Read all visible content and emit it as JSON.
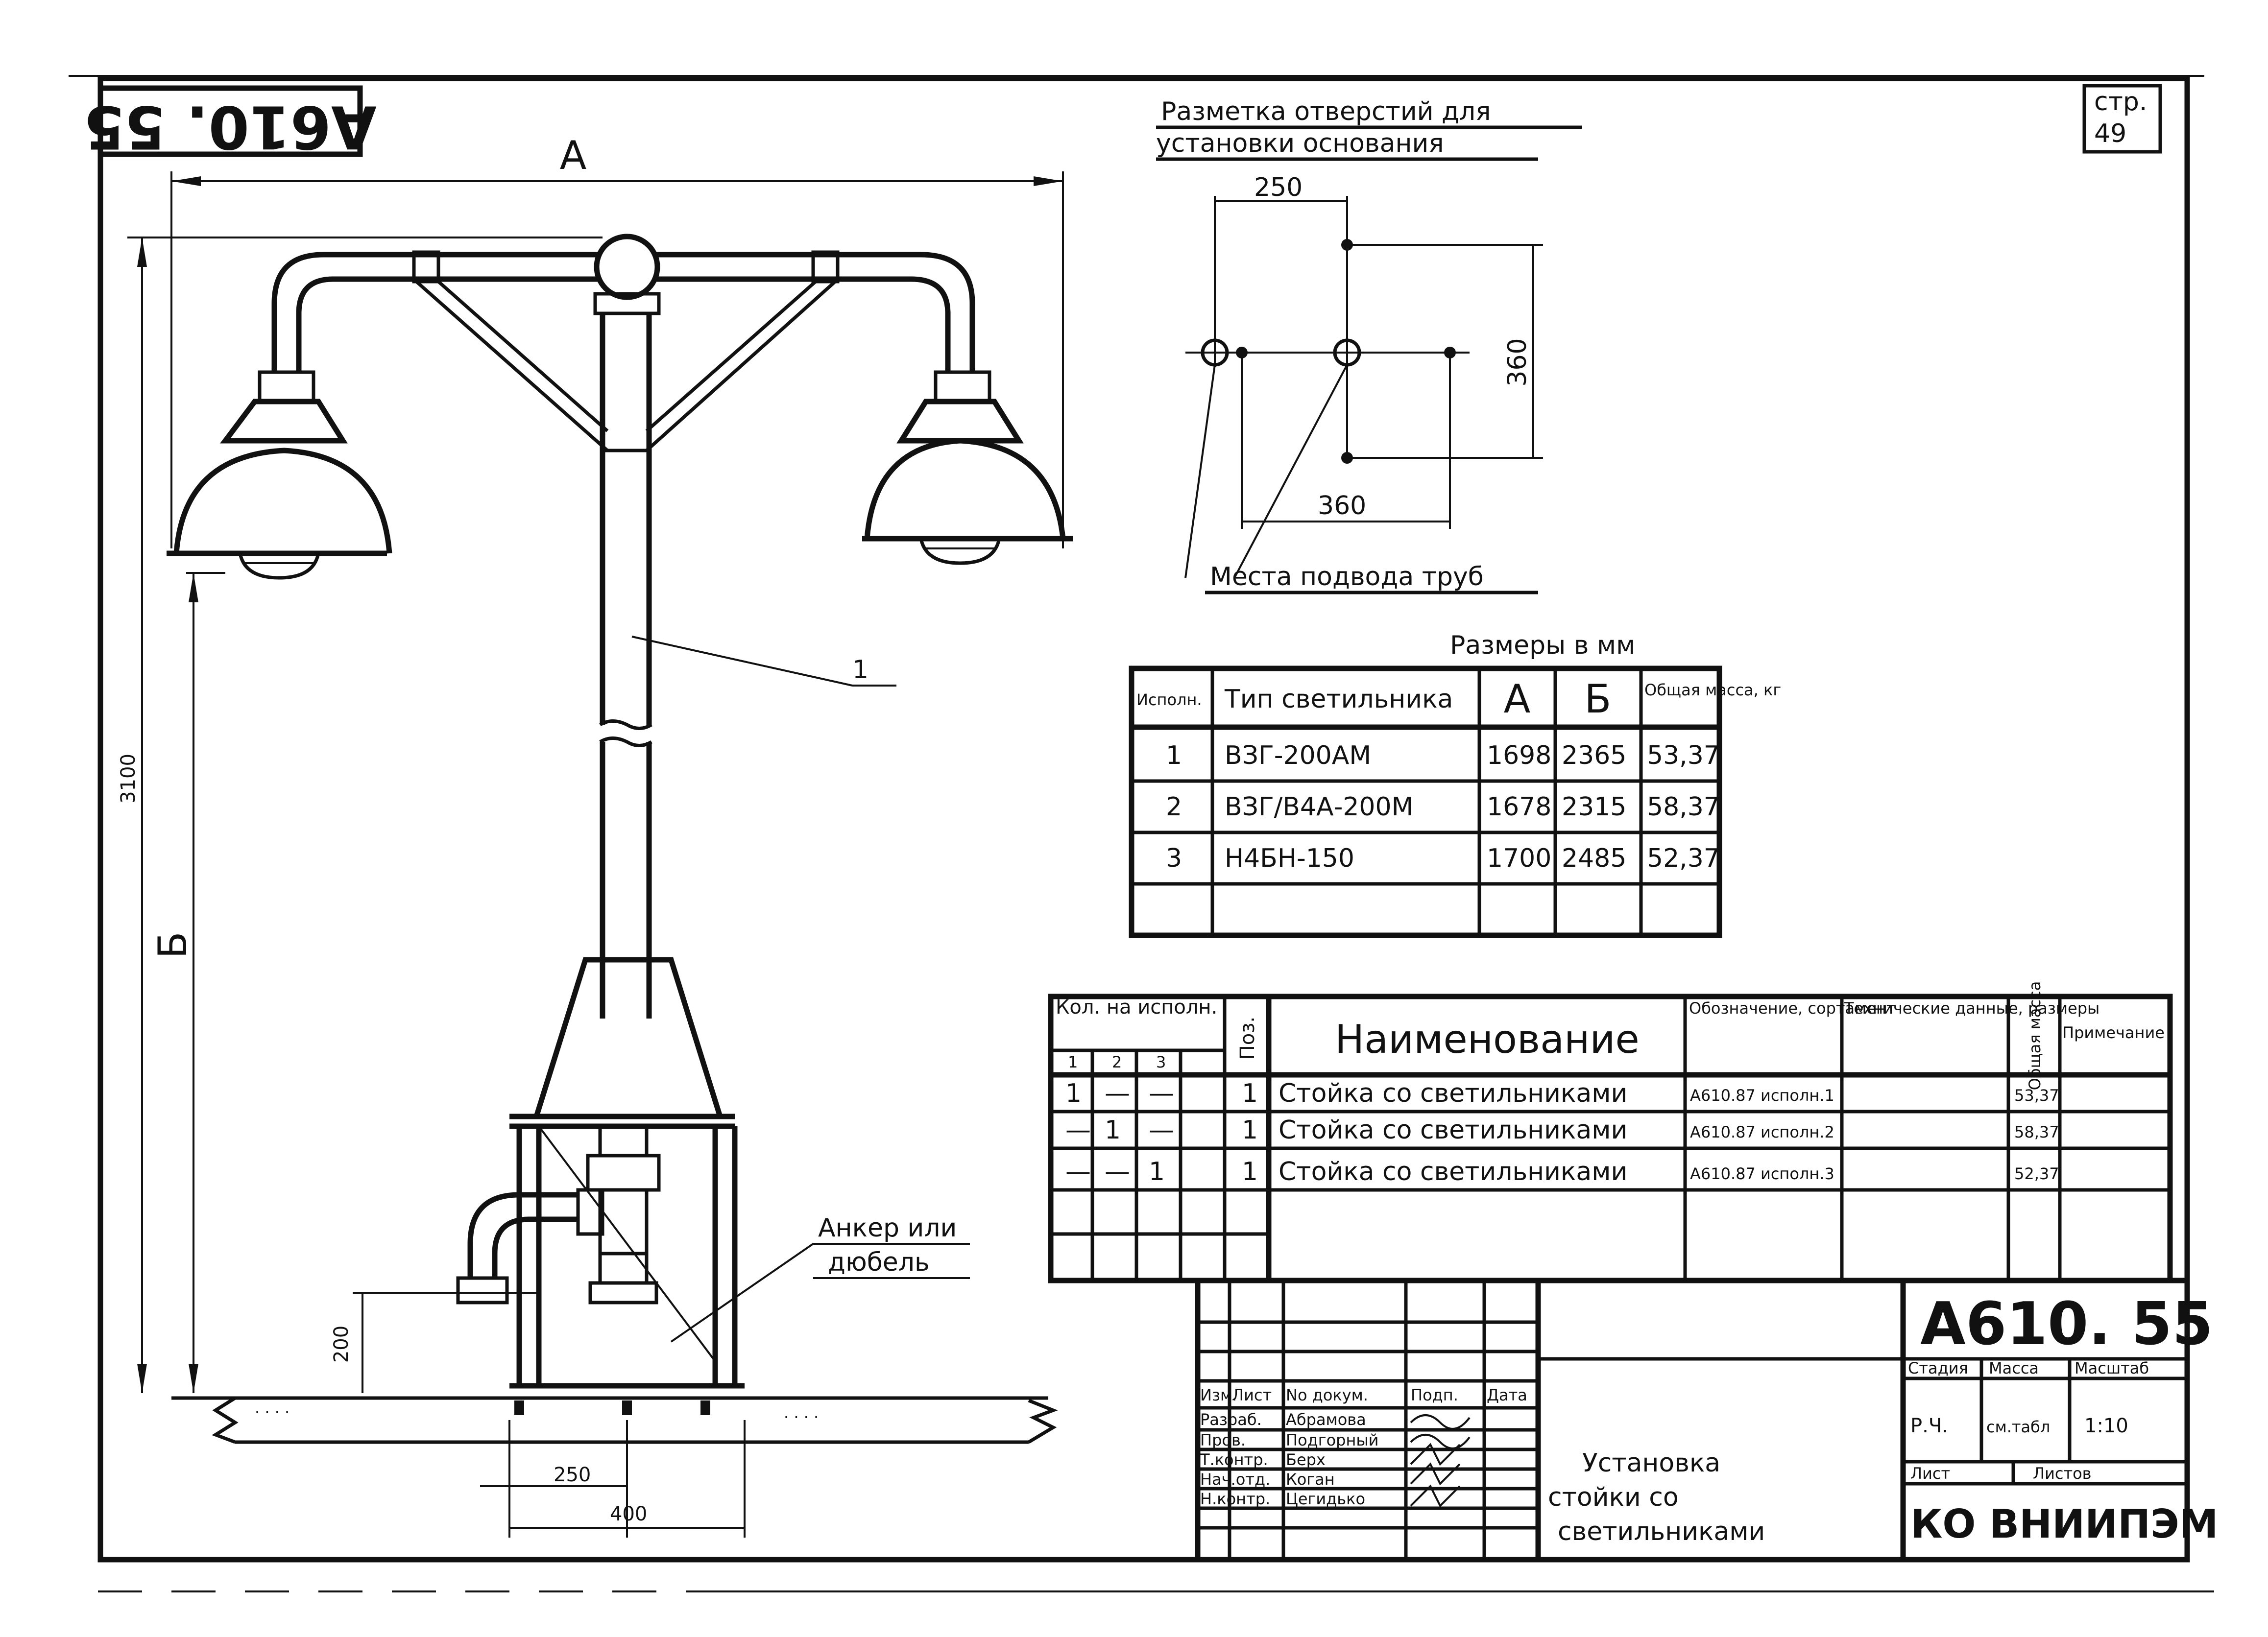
{
  "drawing_code": "А610. 55",
  "drawing_code_rotated": "А610. 55",
  "page_label": "стр.",
  "page_number": "49",
  "marking": {
    "title_line1": "Разметка отверстий для",
    "title_line2": "установки основания",
    "dim_top": "250",
    "dim_right": "360",
    "dim_bottom": "360",
    "note": "Места подвода труб"
  },
  "elevation": {
    "dim_A": "А",
    "dim_B": "Б",
    "dim_total": "3100",
    "dim_200": "200",
    "dim_250": "250",
    "dim_400": "400",
    "pos_1": "1",
    "anchor_line1": "Анкер или",
    "anchor_line2": "дюбель"
  },
  "sizes_table": {
    "caption": "Размеры в мм",
    "headers": [
      "Исполн.",
      "Тип светильника",
      "А",
      "Б",
      "Общая масса, кг"
    ],
    "rows": [
      [
        "1",
        "ВЗГ-200АМ",
        "1698",
        "2365",
        "53,37"
      ],
      [
        "2",
        "ВЗГ/В4А-200М",
        "1678",
        "2315",
        "58,37"
      ],
      [
        "3",
        "Н4БН-150",
        "1700",
        "2485",
        "52,37"
      ]
    ]
  },
  "spec_table": {
    "qty_header": "Кол. на исполн.",
    "qty_cols": [
      "1",
      "2",
      "3"
    ],
    "pos_header": "Поз.",
    "name_header": "Наименование",
    "designation_header": "Обозначение, сортамент",
    "tech_header": "Технические данные, размеры",
    "mass_header": "Общая масса",
    "note_header": "Примечание",
    "rows": [
      {
        "q1": "1",
        "q2": "—",
        "q3": "—",
        "pos": "1",
        "name": "Стойка со светильниками",
        "designation": "А610.87 исполн.1",
        "mass": "53,37"
      },
      {
        "q1": "—",
        "q2": "1",
        "q3": "—",
        "pos": "1",
        "name": "Стойка со светильниками",
        "designation": "А610.87 исполн.2",
        "mass": "58,37"
      },
      {
        "q1": "—",
        "q2": "—",
        "q3": "1",
        "pos": "1",
        "name": "Стойка со светильниками",
        "designation": "А610.87 исполн.3",
        "mass": "52,37"
      }
    ]
  },
  "title_block": {
    "code": "А610. 55",
    "stage_label": "Стадия",
    "mass_label": "Масса",
    "scale_label": "Масштаб",
    "stage": "Р.Ч.",
    "mass": "см.табл",
    "scale": "1:10",
    "sheet_label": "Лист",
    "sheets_label": "Листов",
    "org": "КО ВНИИПЭМ",
    "title_line1": "Установка",
    "title_line2": "стойки со",
    "title_line3": "светильниками",
    "col_headers": [
      "Изм.",
      "Лист",
      "No докум.",
      "Подп.",
      "Дата"
    ],
    "roles": [
      {
        "role": "Разраб.",
        "name": "Абрамова"
      },
      {
        "role": "Пров.",
        "name": "Подгорный"
      },
      {
        "role": "Т.контр.",
        "name": "Берх"
      },
      {
        "role": "Нач.отд.",
        "name": "Коган"
      },
      {
        "role": "Н.контр.",
        "name": "Цегидько"
      }
    ]
  }
}
